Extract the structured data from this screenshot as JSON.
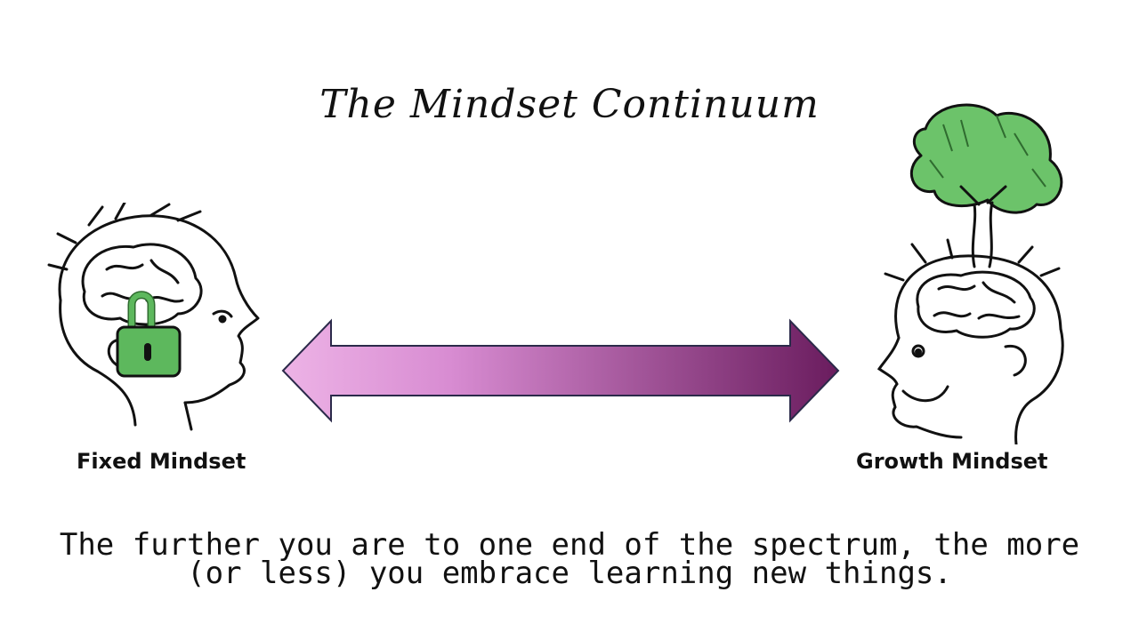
{
  "slide": {
    "title": "The Mindset Continuum",
    "left_label": "Fixed Mindset",
    "right_label": "Growth Mindset",
    "caption_line1": "The further you are to one end of the spectrum, the more",
    "caption_line2": "(or less) you embrace learning new things."
  },
  "colors": {
    "arrow_light": "#EDB3E6",
    "arrow_mid": "#D88CD2",
    "arrow_dark": "#6A1C5E",
    "lock_green": "#5DB85D",
    "tree_green": "#6CC36A",
    "ink": "#111111"
  },
  "icons": {
    "left": "fixed-mindset-head-with-padlock",
    "right": "growth-mindset-head-with-tree",
    "center": "double-headed-arrow"
  }
}
